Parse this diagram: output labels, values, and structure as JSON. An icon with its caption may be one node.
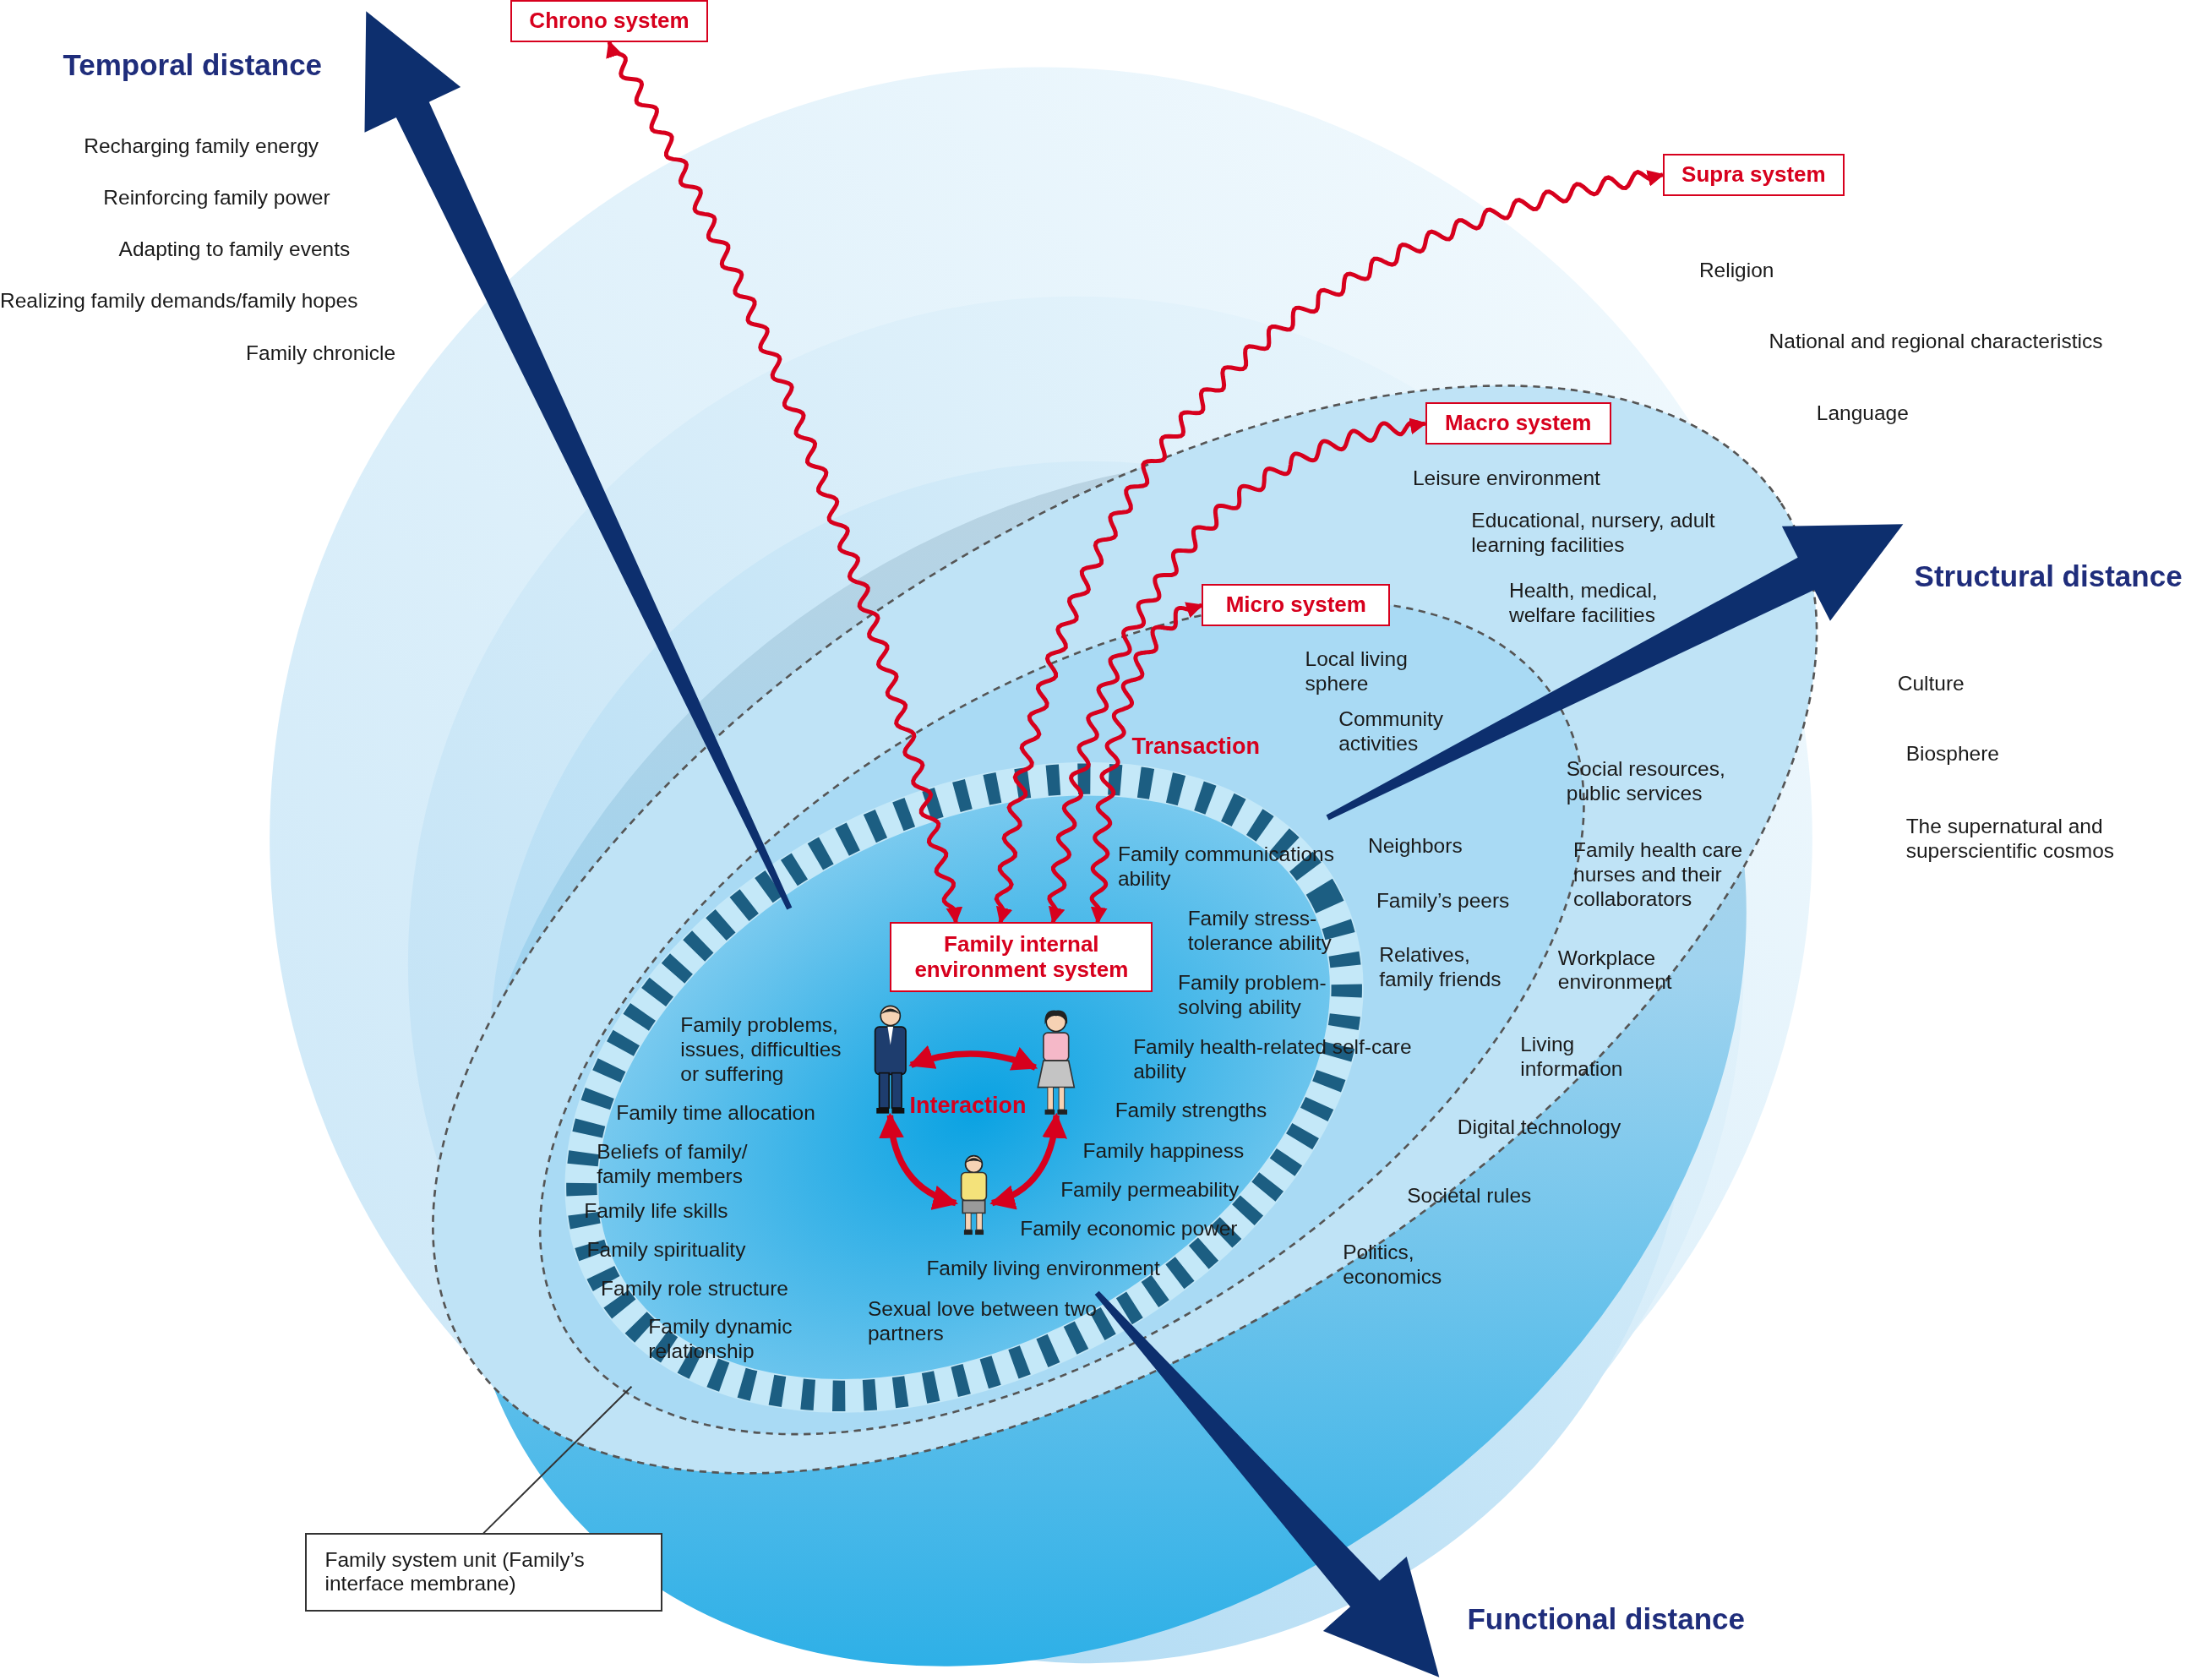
{
  "diagram": {
    "nodes": [
      {
        "text": [
          "Chrono system"
        ]
      },
      {
        "text": [
          "Supra system"
        ]
      },
      {
        "text": [
          "Macro system"
        ]
      },
      {
        "text": [
          "Micro system"
        ]
      },
      {
        "text": [
          "Family internal environment system"
        ]
      },
      {
        "text": [
          "Family system unit (Family’s interface membrane)"
        ]
      },
      {
        "text": [],
        "shape": "person"
      },
      {
        "text": [],
        "shape": "person"
      },
      {
        "text": [],
        "shape": "person"
      }
    ],
    "edges": [
      {
        "from": 4,
        "to": 0,
        "arrow": "both"
      },
      {
        "from": 4,
        "to": 1,
        "arrow": "both"
      },
      {
        "from": 4,
        "to": 2,
        "arrow": "both"
      },
      {
        "from": 4,
        "to": 3,
        "arrow": "both"
      },
      {
        "from": 6,
        "to": 7,
        "arrow": "both"
      },
      {
        "from": 6,
        "to": 8,
        "arrow": "both"
      },
      {
        "from": 7,
        "to": 8,
        "arrow": "both"
      },
      {
        "from": 5,
        "to": null,
        "arrow": "none",
        "color": "#333333"
      }
    ],
    "labels": [
      "Temporal distance",
      "Recharging family energy",
      "Reinforcing family power",
      "Adapting to family events",
      "Realizing family demands/family hopes",
      "Family chronicle",
      "Religion",
      "National and regional characteristics",
      "Language",
      "Leisure environment",
      "Educational, nursery, adult learning facilities",
      "Health, medical, welfare facilities",
      "Structural distance",
      "Local living sphere",
      "Community activities",
      "Transaction",
      "Culture",
      "Biosphere",
      "Social resources, public services",
      "The supernatural and superscientific cosmos",
      "Neighbors",
      "Family health care nurses and their collaborators",
      "Family communications ability",
      "Family’s peers",
      "Family stress-tolerance ability",
      "Relatives, family friends",
      "Workplace environment",
      "Family problem-solving ability",
      "Family problems, issues, difficulties or suffering",
      "Family health-related self-care ability",
      "Living information",
      "Interaction",
      "Family time allocation",
      "Family strengths",
      "Digital technology",
      "Beliefs of family/ family members",
      "Family happiness",
      "Family permeability",
      "Societal rules",
      "Family life skills",
      "Family spirituality",
      "Family economic power",
      "Politics, economics",
      "Family role structure",
      "Family living environment",
      "Family dynamic relationship",
      "Sexual love between two partners",
      "Functional distance"
    ]
  }
}
